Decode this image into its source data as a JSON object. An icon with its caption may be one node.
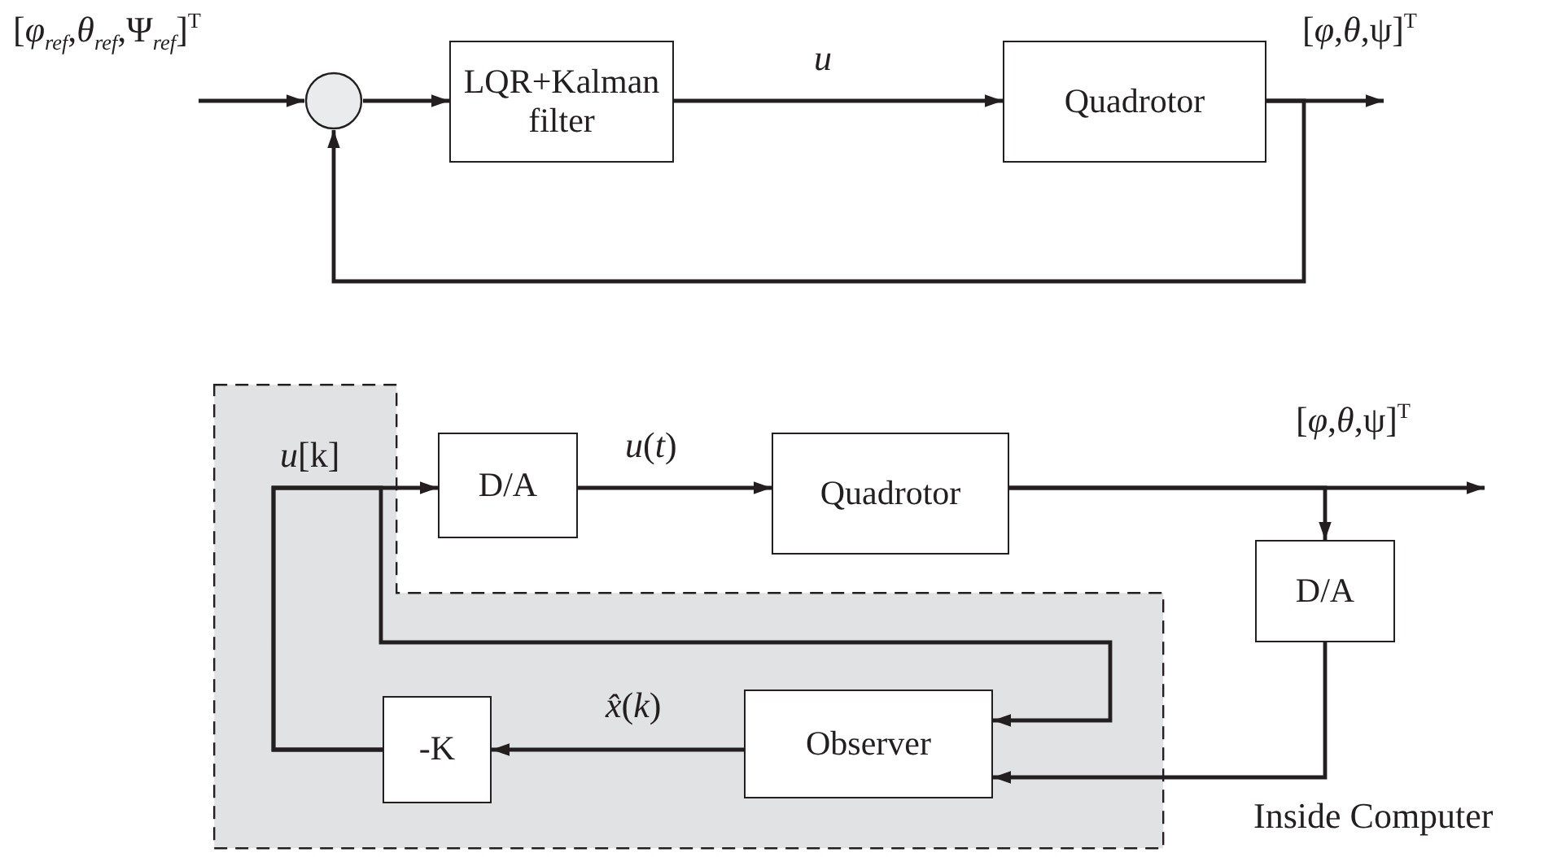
{
  "diagram": {
    "nodes": [
      {
        "text": [],
        "shape": "circle"
      },
      {
        "text": [
          "LQR+Kalman filter"
        ]
      },
      {
        "text": [
          "Quadrotor"
        ]
      },
      {
        "text": [],
        "shape": "box"
      },
      {
        "text": [
          "D/A"
        ]
      },
      {
        "text": [
          "Quadrotor"
        ]
      },
      {
        "text": [
          "D/A"
        ]
      },
      {
        "text": [
          "-K"
        ],
        "in": 3
      },
      {
        "text": [
          "Observer"
        ],
        "in": 3
      }
    ],
    "edges": [
      {
        "from": null,
        "to": 0,
        "arrow": "to",
        "label": "[*φ*$_{ref}$,*θ*$_{ref}$,Ψ$_{ref}$]$^{T}$"
      },
      {
        "from": 0,
        "to": 1,
        "arrow": "to"
      },
      {
        "from": 1,
        "to": 2,
        "arrow": "to",
        "label": "*u*"
      },
      {
        "from": 2,
        "to": null,
        "arrow": "to",
        "label": "[*φ*,*θ*,ψ]$^{T}$"
      },
      {
        "from": 2,
        "to": 0,
        "arrow": "to"
      },
      {
        "from": 7,
        "to": 4,
        "arrow": "to",
        "label": "*u*[k]"
      },
      {
        "from": 7,
        "to": 8,
        "arrow": "to"
      },
      {
        "from": 4,
        "to": 5,
        "arrow": "to",
        "label": "*u*(*t*)"
      },
      {
        "from": 5,
        "to": null,
        "arrow": "to",
        "label": "[*φ*,*θ*,ψ]$^{T}$"
      },
      {
        "from": 5,
        "to": 6,
        "arrow": "to"
      },
      {
        "from": 6,
        "to": 8,
        "arrow": "to"
      },
      {
        "from": 8,
        "to": 7,
        "arrow": "to",
        "label": "*x̂*(*k*)"
      }
    ],
    "labels": [
      "Inside Computer"
    ]
  }
}
